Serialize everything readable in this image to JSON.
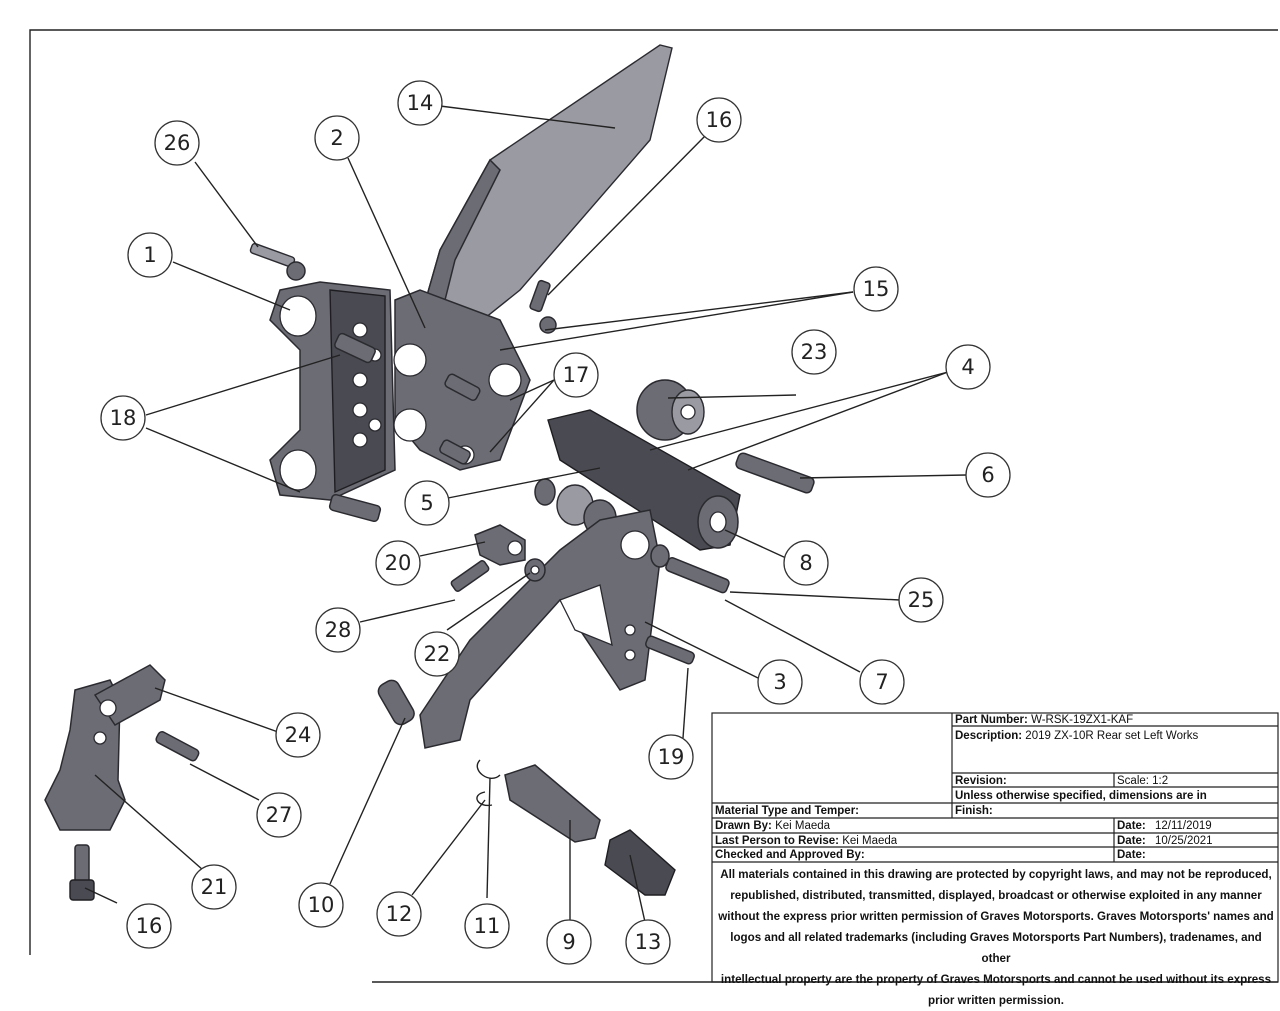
{
  "balloons": [
    {
      "label": "1"
    },
    {
      "label": "2"
    },
    {
      "label": "3"
    },
    {
      "label": "4"
    },
    {
      "label": "5"
    },
    {
      "label": "6"
    },
    {
      "label": "7"
    },
    {
      "label": "8"
    },
    {
      "label": "9"
    },
    {
      "label": "10"
    },
    {
      "label": "11"
    },
    {
      "label": "12"
    },
    {
      "label": "13"
    },
    {
      "label": "14"
    },
    {
      "label": "15"
    },
    {
      "label": "16"
    },
    {
      "label": "16"
    },
    {
      "label": "17"
    },
    {
      "label": "18"
    },
    {
      "label": "19"
    },
    {
      "label": "20"
    },
    {
      "label": "21"
    },
    {
      "label": "22"
    },
    {
      "label": "23"
    },
    {
      "label": "24"
    },
    {
      "label": "25"
    },
    {
      "label": "26"
    },
    {
      "label": "27"
    },
    {
      "label": "28"
    }
  ],
  "title_block": {
    "part_number_label": "Part Number:",
    "part_number": "W-RSK-19ZX1-KAF",
    "description_label": "Description:",
    "description": "2019 ZX-10R Rear set Left Works",
    "revision_label": "Revision:",
    "scale": "Scale: 1:2",
    "units_note": "Unless otherwise specified, dimensions are in",
    "material_label": "Material Type and Temper:",
    "finish_label": "Finish:",
    "drawn_by_label": "Drawn By:",
    "drawn_by": "Kei Maeda",
    "drawn_date_label": "Date:",
    "drawn_date": "12/11/2019",
    "last_revise_label": "Last Person to Revise:",
    "last_revise": "Kei Maeda",
    "revise_date_label": "Date:",
    "revise_date": "10/25/2021",
    "checked_label": "Checked and Approved By:",
    "checked_date_label": "Date:"
  },
  "notice": {
    "line1": "All materials contained in this drawing are protected by copyright laws, and may not be reproduced,",
    "line2": "republished, distributed, transmitted, displayed, broadcast or otherwise exploited in any manner",
    "line3": "without the express prior written permission of Graves Motorsports. Graves Motorsports' names and",
    "line4": "logos and all related trademarks (including Graves Motorsports Part Numbers), tradenames, and other",
    "line5": "intellectual property are the property of Graves Motorsports and cannot be used without its express",
    "line6": "prior written permission."
  }
}
